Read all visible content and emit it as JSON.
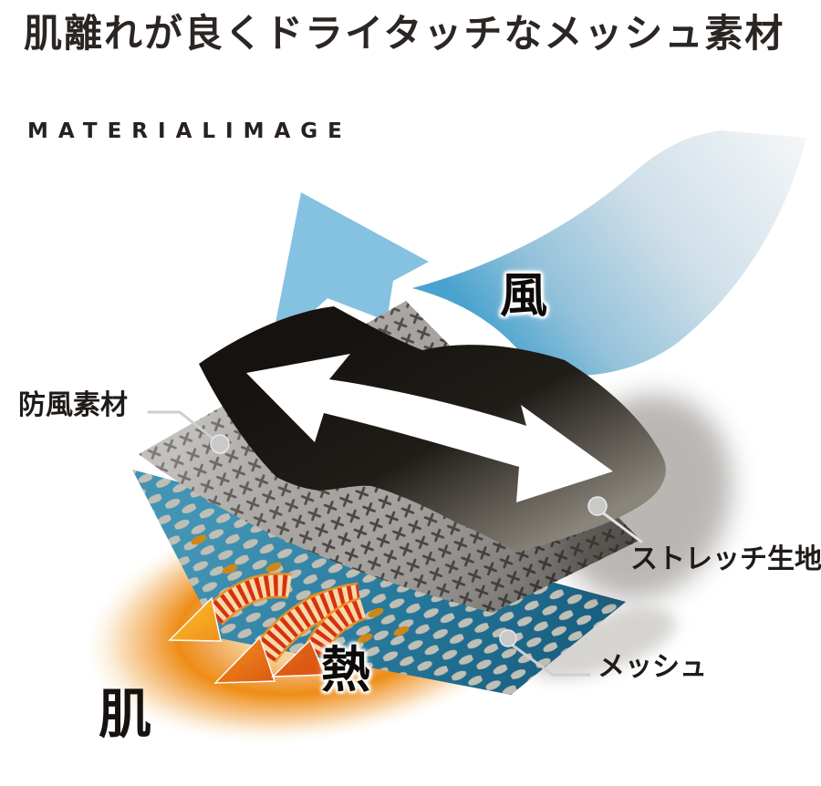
{
  "title": "肌離れが良くドライタッチなメッシュ素材",
  "brand": "MATERIALIMAGE",
  "labels": {
    "wind": "風",
    "windproof": "防風素材",
    "stretch": "ストレッチ生地",
    "mesh": "メッシュ",
    "heat": "熱",
    "skin": "肌"
  },
  "colors": {
    "background": "#ffffff",
    "text": "#2b2624",
    "wind_arrow_blue": "#85c1e0",
    "wind_band_pale": "#eef3f5",
    "stretch_sheet_black": "#17130f",
    "windproof_sheet_gray": "#a9a6a2",
    "windproof_cross_mark": "#46413e",
    "mesh_blue": "#2f86aa",
    "mesh_hole_cream": "#d9d3c4",
    "mesh_hole_orange": "#ea9412",
    "heat_glow_orange": "#ee8d15",
    "heat_arrow_red": "#d63210",
    "callout_line_gray": "#cfcfcf"
  }
}
